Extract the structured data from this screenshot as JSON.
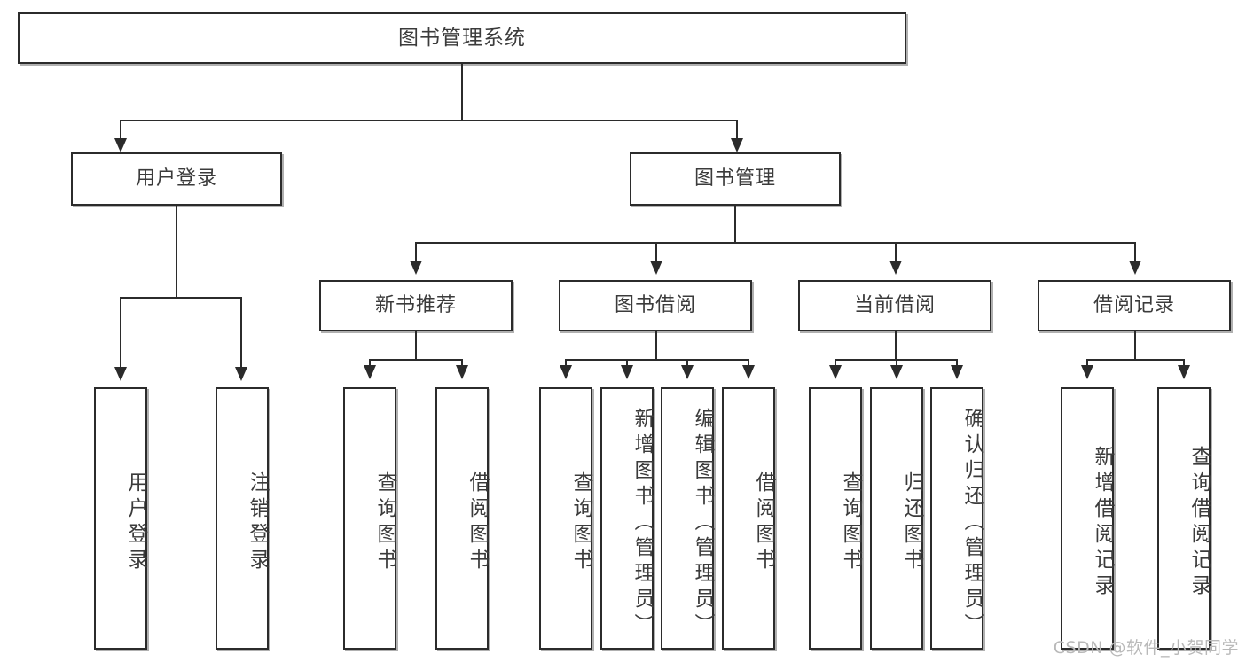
{
  "diagram": {
    "type": "tree",
    "title": "图书管理系统",
    "root": {
      "label": "图书管理系统"
    },
    "level2": [
      {
        "label": "用户登录"
      },
      {
        "label": "图书管理"
      }
    ],
    "level3": [
      {
        "label": "新书推荐"
      },
      {
        "label": "图书借阅"
      },
      {
        "label": "当前借阅"
      },
      {
        "label": "借阅记录"
      }
    ],
    "leaves": {
      "user_login": [
        {
          "label": "用户登录"
        },
        {
          "label": "注销登录"
        }
      ],
      "new_book_recommend": [
        {
          "label": "查询图书"
        },
        {
          "label": "借阅图书"
        }
      ],
      "book_borrow": [
        {
          "label": "查询图书"
        },
        {
          "label": "新增图书（管理员）"
        },
        {
          "label": "编辑图书（管理员）"
        },
        {
          "label": "借阅图书"
        }
      ],
      "current_borrow": [
        {
          "label": "查询图书"
        },
        {
          "label": "归还图书"
        },
        {
          "label": "确认归还（管理员）"
        }
      ],
      "borrow_record": [
        {
          "label": "新增借阅记录"
        },
        {
          "label": "查询借阅记录"
        }
      ]
    }
  },
  "watermark": {
    "text": "CSDN @软件_小贺同学"
  },
  "colors": {
    "stroke": "#2b2b2b",
    "text": "#3b3b3b",
    "background": "#ffffff",
    "watermark": "#b9b9b9"
  }
}
